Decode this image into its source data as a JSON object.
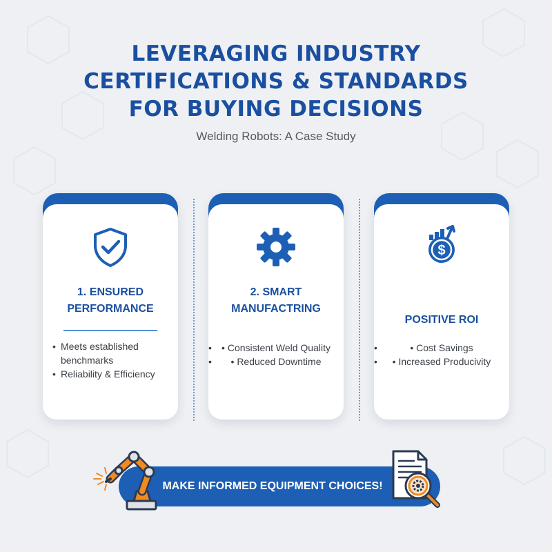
{
  "title": {
    "line1": "LEVERAGING INDUSTRY",
    "line2": "CERTIFICATIONS & STANDARDS",
    "line3": "FOR BUYING DECISIONS"
  },
  "subtitle": "Welding Robots: A Case Study",
  "cards": [
    {
      "icon": "shield-check-icon",
      "title_line1": "1. ENSURED",
      "title_line2": "PERFORMANCE",
      "items": [
        "Meets established benchmarks",
        "Reliability & Efficiency"
      ]
    },
    {
      "icon": "gear-icon",
      "title_line1": "2. SMART",
      "title_line2": "MANUFACTRING",
      "items": [
        "Consistent Weld Quality",
        "Reduced Downtime"
      ]
    },
    {
      "icon": "dollar-growth-icon",
      "title_line1": "POSITIVE ROI",
      "items": [
        "Cost Savings",
        "Increased Producivity"
      ]
    }
  ],
  "cta": {
    "label": "MAKE INFORMED EQUIPMENT CHOICES!",
    "left_icon": "welding-robot-arm-icon",
    "right_icon": "document-magnifier-icon"
  },
  "colors": {
    "brand_blue": "#1d5fb5",
    "title_blue": "#1a4fa0",
    "accent_orange": "#f08a24",
    "background": "#eef0f3"
  }
}
